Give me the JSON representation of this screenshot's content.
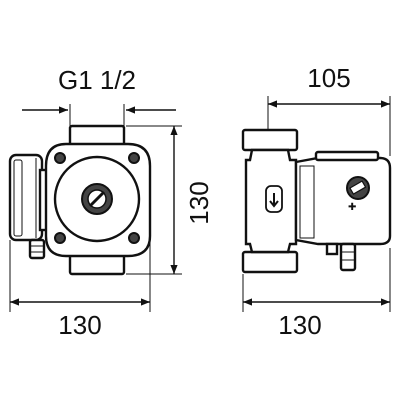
{
  "dimensions": {
    "thread": "G1 1/2",
    "front_width": "130",
    "front_height": "130",
    "side_depth": "105",
    "side_width": "130"
  }
}
